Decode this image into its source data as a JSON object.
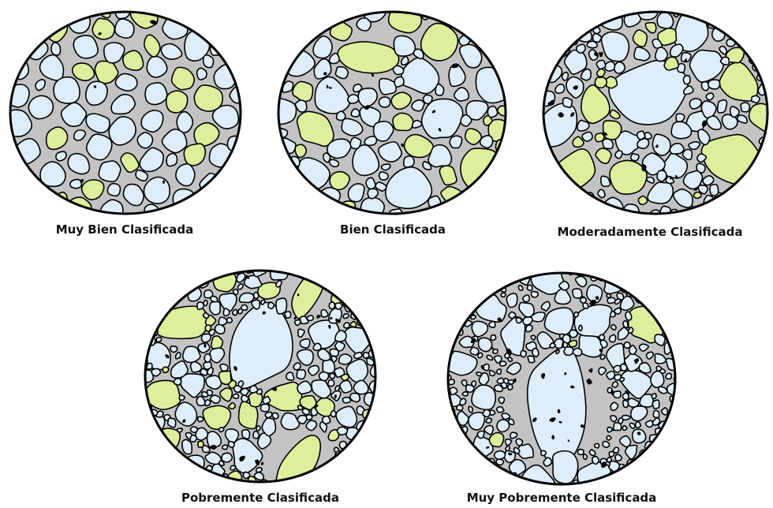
{
  "colors": {
    "matrix": "#c3c3c3",
    "grain_light_blue": "#ddeefa",
    "grain_green": "#dcef9c",
    "grain_outline": "#000000",
    "circle_outline": "#000000",
    "caption_text": "#111111",
    "background": "#ffffff"
  },
  "diagrams": [
    {
      "id": "muy-bien",
      "label": "Muy Bien Clasificada"
    },
    {
      "id": "bien",
      "label": "Bien Clasificada"
    },
    {
      "id": "moderadamente",
      "label": "Moderadamente Clasificada"
    },
    {
      "id": "pobremente",
      "label": "Pobremente Clasificada"
    },
    {
      "id": "muy-pobremente",
      "label": "Muy Pobremente Clasificada"
    }
  ]
}
